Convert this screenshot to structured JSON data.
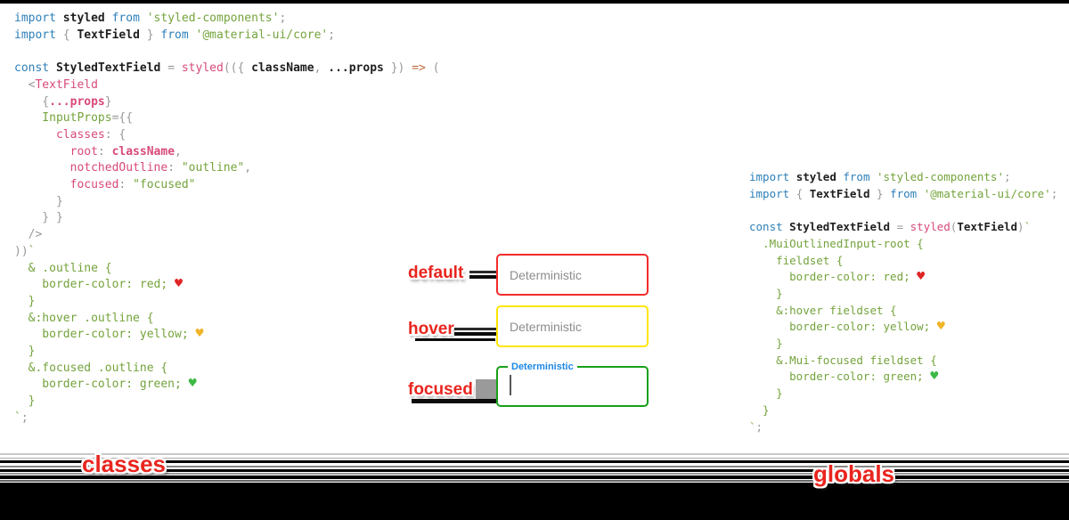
{
  "colors": {
    "keyword_blue": "#2d7fb8",
    "string_green": "#74a33c",
    "property_pink": "#d8497b",
    "punctuation_gray": "#999999",
    "arrow_orange": "#c06c3c",
    "default_border": "#f32b2b",
    "hover_border": "#ffe600",
    "focused_border": "#18a018",
    "focused_label_blue": "#1e88e5",
    "annotation_red": "#e8251e"
  },
  "code_left": {
    "caption": "classes",
    "lines": [
      [
        [
          "kw",
          "import "
        ],
        [
          "id",
          "styled"
        ],
        [
          "kw",
          " from "
        ],
        [
          "grn",
          "'styled-components'"
        ],
        [
          "pun",
          ";"
        ]
      ],
      [
        [
          "kw",
          "import "
        ],
        [
          "pun",
          "{ "
        ],
        [
          "id",
          "TextField"
        ],
        [
          "pun",
          " } "
        ],
        [
          "kw",
          "from "
        ],
        [
          "grn",
          "'@material-ui/core'"
        ],
        [
          "pun",
          ";"
        ]
      ],
      [],
      [
        [
          "kw",
          "const "
        ],
        [
          "id",
          "StyledTextField"
        ],
        [
          "pun",
          " = "
        ],
        [
          "pink",
          "styled"
        ],
        [
          "pun",
          "(({ "
        ],
        [
          "id",
          "className"
        ],
        [
          "pun",
          ", "
        ],
        [
          "id",
          "...props"
        ],
        [
          "pun",
          " }) "
        ],
        [
          "arrow",
          "=>"
        ],
        [
          "pun",
          " ("
        ]
      ],
      [
        [
          "pun",
          "  <"
        ],
        [
          "pink",
          "TextField"
        ]
      ],
      [
        [
          "pun",
          "    {"
        ],
        [
          "pinkb",
          "...props"
        ],
        [
          "pun",
          "}"
        ]
      ],
      [
        [
          "grn",
          "    InputProps"
        ],
        [
          "pun",
          "={{"
        ]
      ],
      [
        [
          "pink",
          "      classes"
        ],
        [
          "pun",
          ": {"
        ]
      ],
      [
        [
          "pink",
          "        root"
        ],
        [
          "pun",
          ": "
        ],
        [
          "pinkb",
          "className"
        ],
        [
          "pun",
          ","
        ]
      ],
      [
        [
          "pink",
          "        notchedOutline"
        ],
        [
          "pun",
          ": "
        ],
        [
          "grn",
          "\"outline\""
        ],
        [
          "pun",
          ","
        ]
      ],
      [
        [
          "pink",
          "        focused"
        ],
        [
          "pun",
          ": "
        ],
        [
          "grn",
          "\"focused\""
        ]
      ],
      [
        [
          "pun",
          "      }"
        ]
      ],
      [
        [
          "pun",
          "    } }"
        ]
      ],
      [
        [
          "pun",
          "  />"
        ]
      ],
      [
        [
          "pun",
          "))"
        ],
        [
          "grn",
          "`"
        ]
      ],
      [
        [
          "grn",
          "  & .outline {"
        ]
      ],
      [
        [
          "grn",
          "    border-color: red; "
        ],
        [
          "hr",
          "♥"
        ]
      ],
      [
        [
          "grn",
          "  }"
        ]
      ],
      [
        [
          "grn",
          "  &:hover .outline {"
        ]
      ],
      [
        [
          "grn",
          "    border-color: yellow; "
        ],
        [
          "hy",
          "♥"
        ]
      ],
      [
        [
          "grn",
          "  }"
        ]
      ],
      [
        [
          "grn",
          "  &.focused .outline {"
        ]
      ],
      [
        [
          "grn",
          "    border-color: green; "
        ],
        [
          "hg",
          "♥"
        ]
      ],
      [
        [
          "grn",
          "  }"
        ]
      ],
      [
        [
          "grn",
          "`"
        ],
        [
          "pun",
          ";"
        ]
      ]
    ]
  },
  "code_right": {
    "caption": "globals",
    "lines": [
      [
        [
          "kw",
          "import "
        ],
        [
          "id",
          "styled"
        ],
        [
          "kw",
          " from "
        ],
        [
          "grn",
          "'styled-components'"
        ],
        [
          "pun",
          ";"
        ]
      ],
      [
        [
          "kw",
          "import "
        ],
        [
          "pun",
          "{ "
        ],
        [
          "id",
          "TextField"
        ],
        [
          "pun",
          " } "
        ],
        [
          "kw",
          "from "
        ],
        [
          "grn",
          "'@material-ui/core'"
        ],
        [
          "pun",
          ";"
        ]
      ],
      [],
      [
        [
          "kw",
          "const "
        ],
        [
          "id",
          "StyledTextField"
        ],
        [
          "pun",
          " = "
        ],
        [
          "pink",
          "styled"
        ],
        [
          "pun",
          "("
        ],
        [
          "id",
          "TextField"
        ],
        [
          "pun",
          ")"
        ],
        [
          "grn",
          "`"
        ]
      ],
      [
        [
          "grn",
          "  .MuiOutlinedInput-root {"
        ]
      ],
      [
        [
          "grn",
          "    fieldset {"
        ]
      ],
      [
        [
          "grn",
          "      border-color: red; "
        ],
        [
          "hr",
          "♥"
        ]
      ],
      [
        [
          "grn",
          "    }"
        ]
      ],
      [
        [
          "grn",
          "    &:hover fieldset {"
        ]
      ],
      [
        [
          "grn",
          "      border-color: yellow; "
        ],
        [
          "hy",
          "♥"
        ]
      ],
      [
        [
          "grn",
          "    }"
        ]
      ],
      [
        [
          "grn",
          "    &.Mui-focused fieldset {"
        ]
      ],
      [
        [
          "grn",
          "      border-color: green; "
        ],
        [
          "hg",
          "♥"
        ]
      ],
      [
        [
          "grn",
          "    }"
        ]
      ],
      [
        [
          "grn",
          "  }"
        ]
      ],
      [
        [
          "grn",
          "`"
        ],
        [
          "pun",
          ";"
        ]
      ]
    ]
  },
  "states": {
    "default": {
      "label": "default",
      "placeholder": "Deterministic",
      "border_color": "#f32b2b"
    },
    "hover": {
      "label": "hover",
      "placeholder": "Deterministic",
      "border_color": "#ffe600"
    },
    "focused": {
      "label": "focused",
      "field_label": "Deterministic",
      "border_color": "#18a018",
      "label_color": "#1e88e5"
    }
  },
  "footer": {
    "left_caption": "classes",
    "right_caption": "globals",
    "caption_color": "#e8251e"
  }
}
